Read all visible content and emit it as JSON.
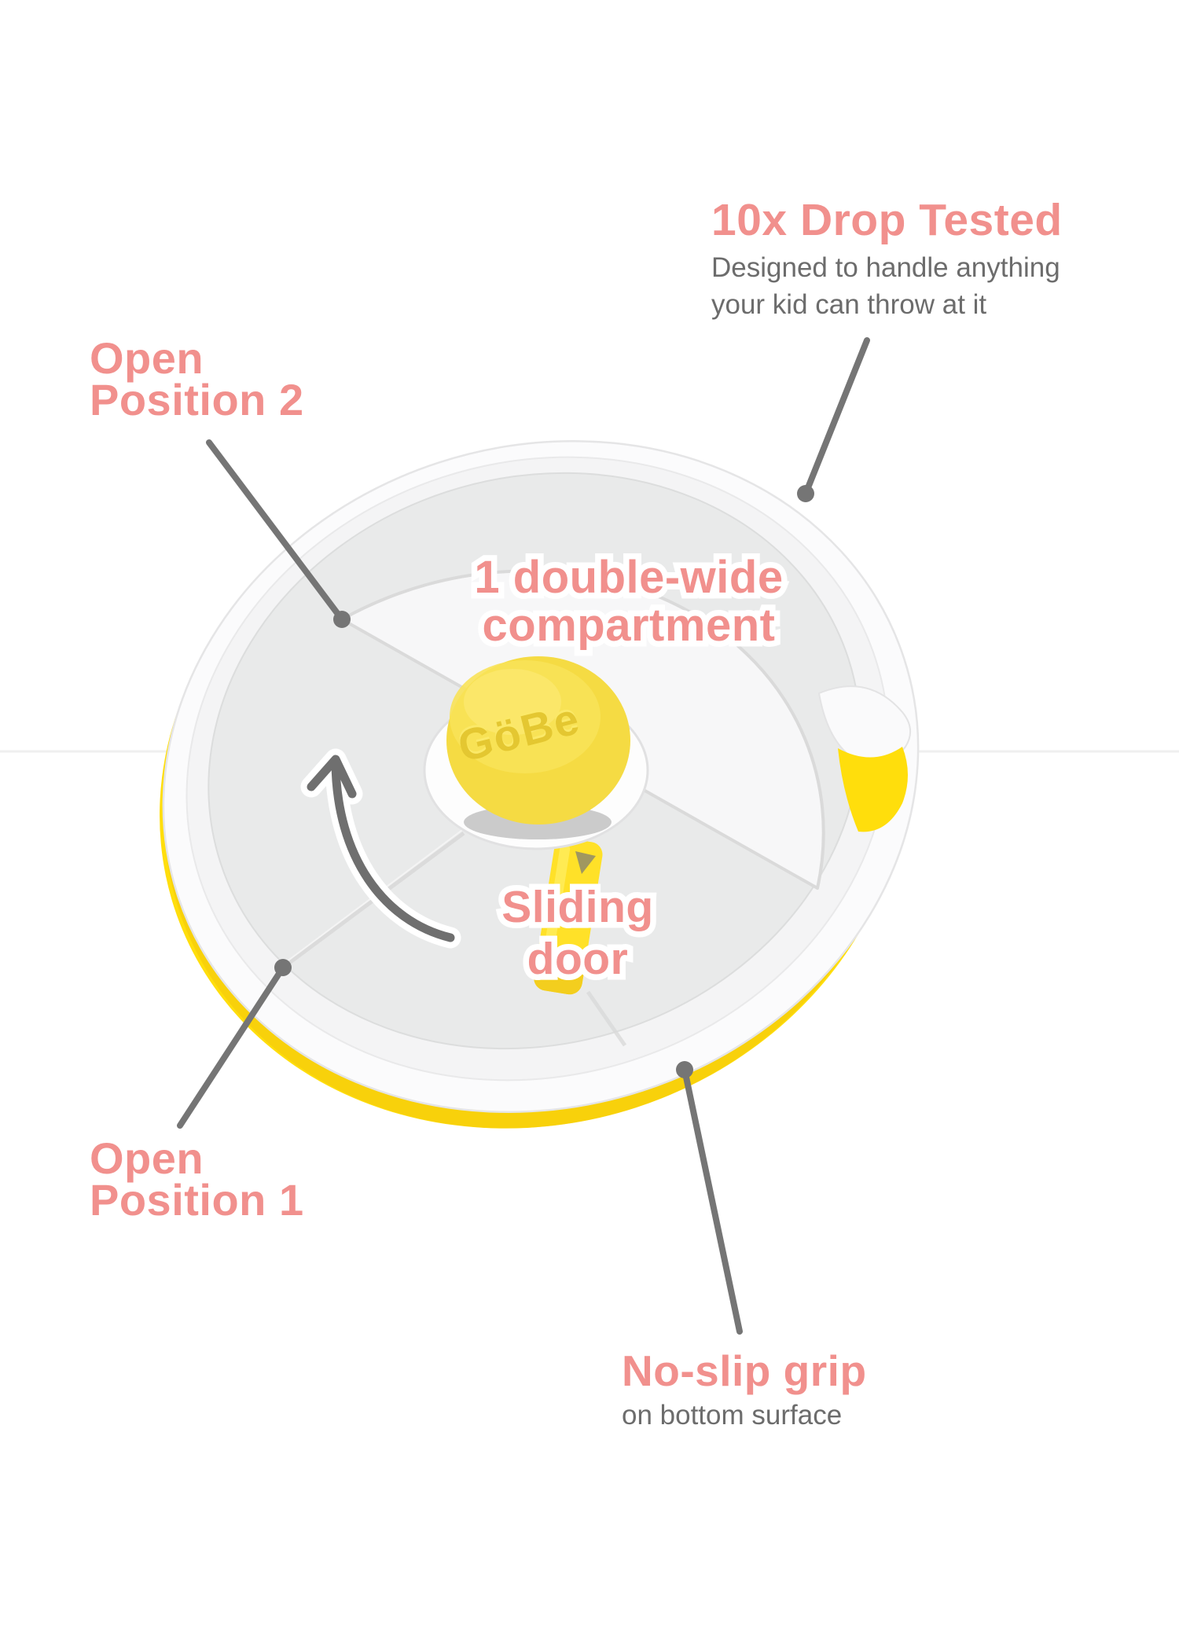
{
  "annotations": {
    "drop_tested": {
      "title": "10x Drop Tested",
      "subtitle_line1": "Designed to handle anything",
      "subtitle_line2": "your kid can throw at it"
    },
    "open_position_2": {
      "line1": "Open",
      "line2": "Position 2"
    },
    "double_wide": {
      "line1": "1 double-wide",
      "line2": "compartment"
    },
    "sliding_door": {
      "line1": "Sliding",
      "line2": "door"
    },
    "open_position_1": {
      "line1": "Open",
      "line2": "Position 1"
    },
    "no_slip_grip": {
      "title": "No-slip grip",
      "subtitle": "on bottom surface"
    }
  },
  "product": {
    "logo": "GöBe"
  },
  "colors": {
    "coral_accent": "#F1908D",
    "subtitle_gray": "#6C6C6C",
    "callout_line_gray": "#757575",
    "arrow_gray": "#6F6F6F",
    "base_yellow": "#FFDE0C",
    "knob_yellow": "#F5DB43",
    "tab_yellow": "#FFE128",
    "lid_white": "#FBFBFC",
    "inner_gray": "#E9EAEA"
  }
}
